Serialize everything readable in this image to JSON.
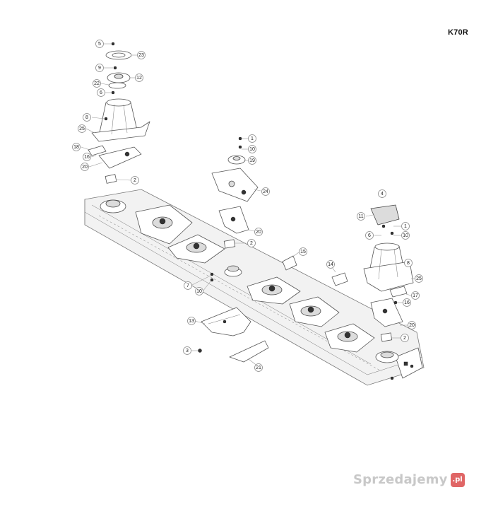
{
  "diagram": {
    "model_code": "K70R",
    "callouts": [
      "5",
      "23",
      "9",
      "12",
      "22",
      "6",
      "8",
      "25",
      "18",
      "16",
      "20",
      "2",
      "1",
      "10",
      "19",
      "24",
      "20",
      "2",
      "7",
      "10",
      "15",
      "14",
      "13",
      "3",
      "21",
      "4",
      "11",
      "1",
      "6",
      "10",
      "8",
      "25",
      "17",
      "16",
      "20",
      "2"
    ]
  },
  "watermark": {
    "brand": "Sprzedajemy",
    "badge": ".pl",
    "color": "#e06666"
  }
}
